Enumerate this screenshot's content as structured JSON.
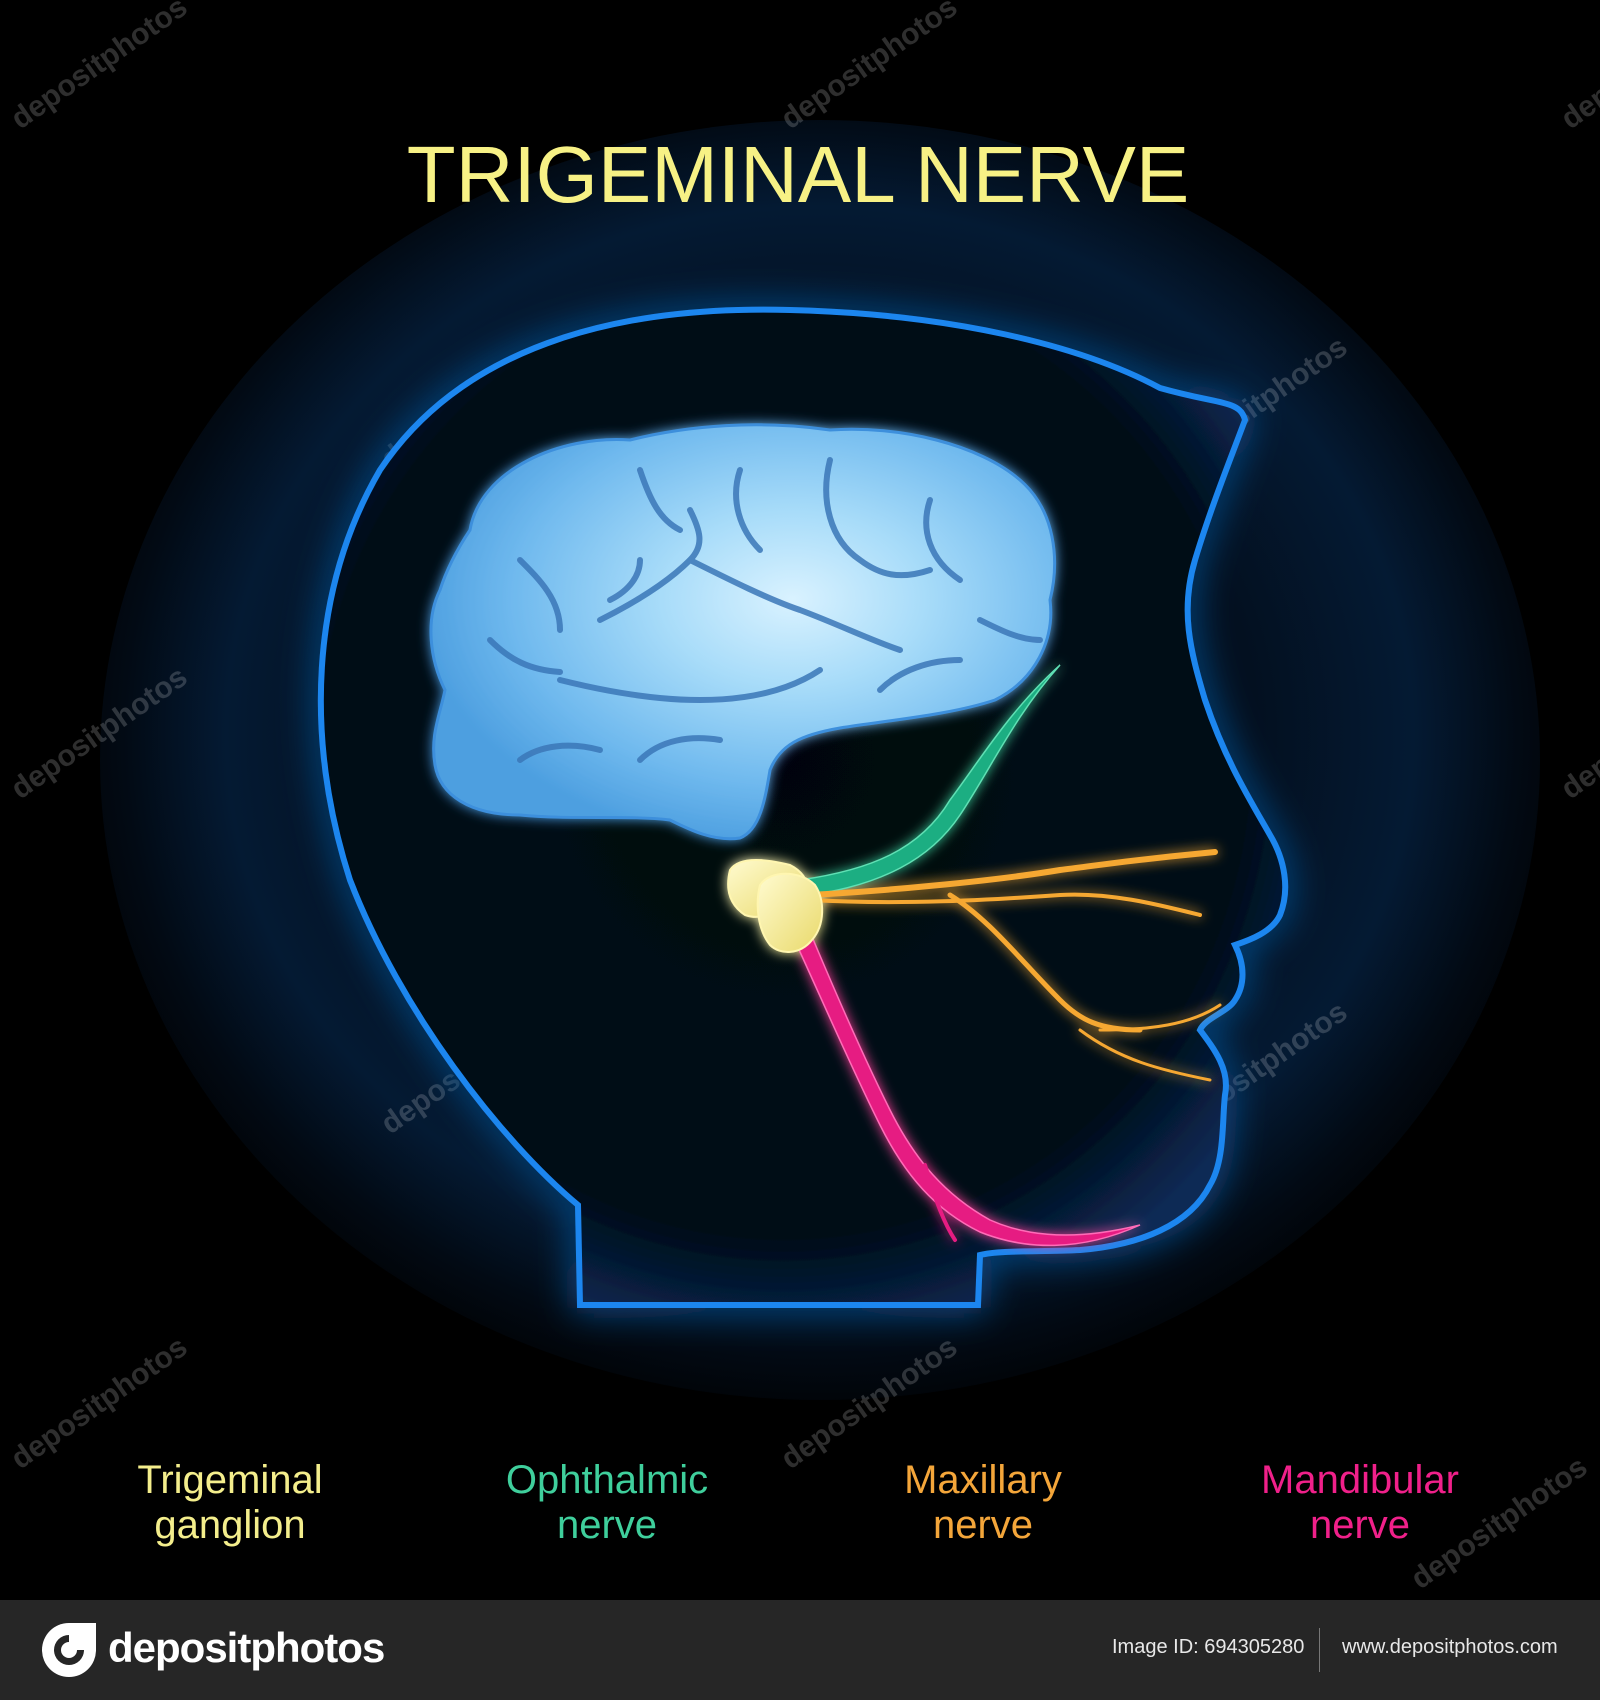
{
  "title": "TRIGEMINAL NERVE",
  "labels": {
    "ganglion": {
      "line1": "Trigeminal",
      "line2": "ganglion",
      "color": "#f4ee8c"
    },
    "ophthalmic": {
      "line1": "Ophthalmic",
      "line2": "nerve",
      "color": "#3fcf9c"
    },
    "maxillary": {
      "line1": "Maxillary",
      "line2": "nerve",
      "color": "#f4a63a"
    },
    "mandibular": {
      "line1": "Mandibular",
      "line2": "nerve",
      "color": "#f0208a"
    }
  },
  "colors": {
    "title": "#f7f185",
    "head_glow": "#1d7fe0",
    "brain": "#86c8f4",
    "ganglion": "#f4ea93",
    "ophthalmic": "#1fae82",
    "maxillary": "#f6a833",
    "mandibular": "#e61e82"
  },
  "watermark": "depositphotos",
  "footer": {
    "brand": "depositphotos",
    "image_id": "Image ID: 694305280",
    "url": "www.depositphotos.com"
  }
}
